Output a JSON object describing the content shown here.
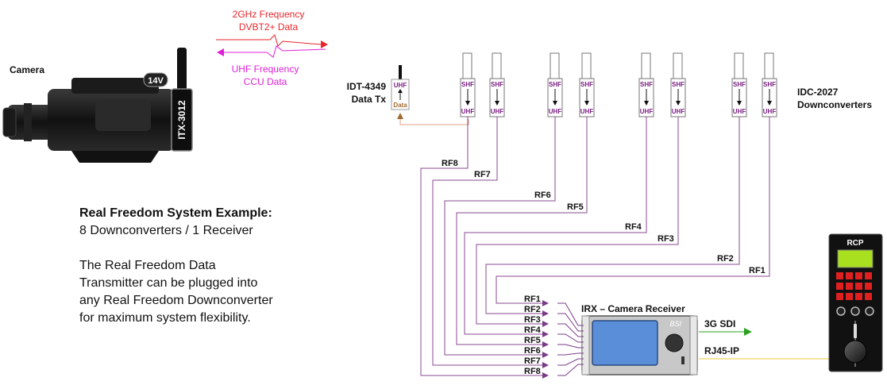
{
  "camera": {
    "label": "Camera",
    "battery": "14V",
    "transmitter": "ITX-3012"
  },
  "links": {
    "shf_line1": "2GHz Frequency",
    "shf_line2": "DVBT2+ Data",
    "uhf_line1": "UHF Frequency",
    "uhf_line2": "CCU Data"
  },
  "data_tx": {
    "line1": "IDT-4349",
    "line2": "Data Tx",
    "top": "UHF",
    "bottom": "Data"
  },
  "downconverters": {
    "line1": "IDC-2027",
    "line2": "Downconverters",
    "top_label": "SHF",
    "bottom_label": "UHF",
    "rf_labels": [
      "RF8",
      "RF7",
      "RF6",
      "RF5",
      "RF4",
      "RF3",
      "RF2",
      "RF1"
    ]
  },
  "receiver": {
    "title": "IRX – Camera Receiver",
    "brand": "BSI",
    "inputs": [
      "RF1",
      "RF2",
      "RF3",
      "RF4",
      "RF5",
      "RF6",
      "RF7",
      "RF8"
    ],
    "out_sdi": "3G SDI",
    "out_ip": "RJ45-IP"
  },
  "rcp": {
    "label": "RCP"
  },
  "description": {
    "heading": "Real Freedom System Example:",
    "subheading": "8 Downconverters / 1 Receiver",
    "body_lines": [
      "The Real Freedom Data",
      "Transmitter can be plugged into",
      "any Real Freedom Downconverter",
      "for maximum system flexibility."
    ]
  },
  "colors": {
    "shf": "#e8262b",
    "uhf": "#e020d8",
    "rf_line": "#8a4a90",
    "uhf_text": "#7a1c82",
    "data_tx": "#a06a30",
    "sdi": "#2aa020",
    "ip": "#e8c840",
    "rcp_button": "#e02020",
    "rcp_screen": "#a8e020"
  }
}
